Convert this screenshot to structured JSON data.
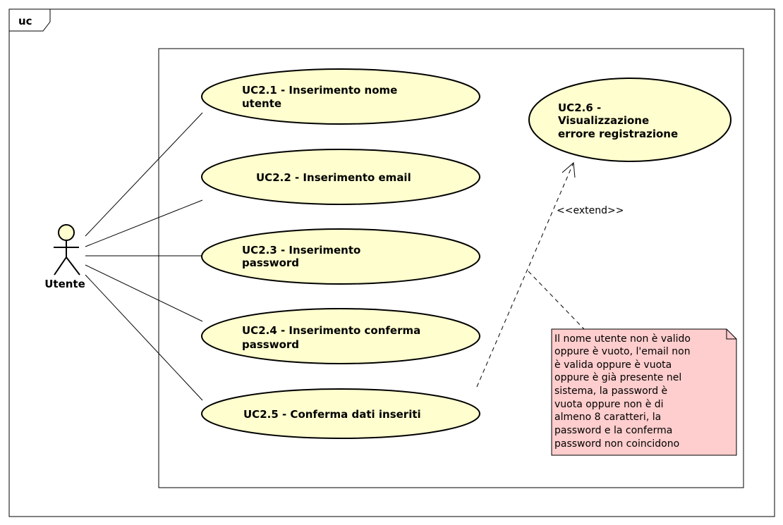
{
  "frame": {
    "label": "uc"
  },
  "actor": {
    "name": "Utente"
  },
  "use_cases": [
    {
      "id": "uc2_1",
      "lines": [
        "UC2.1 - Inserimento nome",
        "utente"
      ]
    },
    {
      "id": "uc2_2",
      "lines": [
        "UC2.2 - Inserimento email"
      ]
    },
    {
      "id": "uc2_3",
      "lines": [
        "UC2.3 - Inserimento",
        "password"
      ]
    },
    {
      "id": "uc2_4",
      "lines": [
        "UC2.4 - Inserimento conferma",
        "password"
      ]
    },
    {
      "id": "uc2_5",
      "lines": [
        "UC2.5 - Conferma dati inseriti"
      ]
    },
    {
      "id": "uc2_6",
      "lines": [
        "UC2.6 -",
        "Visualizzazione",
        "errore registrazione"
      ]
    }
  ],
  "extend": {
    "label": "<<extend>>"
  },
  "note": {
    "lines": [
      "Il nome utente non è valido",
      "oppure è vuoto, l'email non",
      "è valida oppure è vuota",
      "oppure è già presente nel",
      "sistema, la password è",
      "vuota oppure non è di",
      "almeno 8 caratteri, la",
      "password e la conferma",
      "password non coincidono"
    ]
  },
  "colors": {
    "use_case_fill": "#fefece",
    "note_fill": "#fecdcd",
    "actor_fill": "#fefece",
    "stroke": "#000000"
  }
}
